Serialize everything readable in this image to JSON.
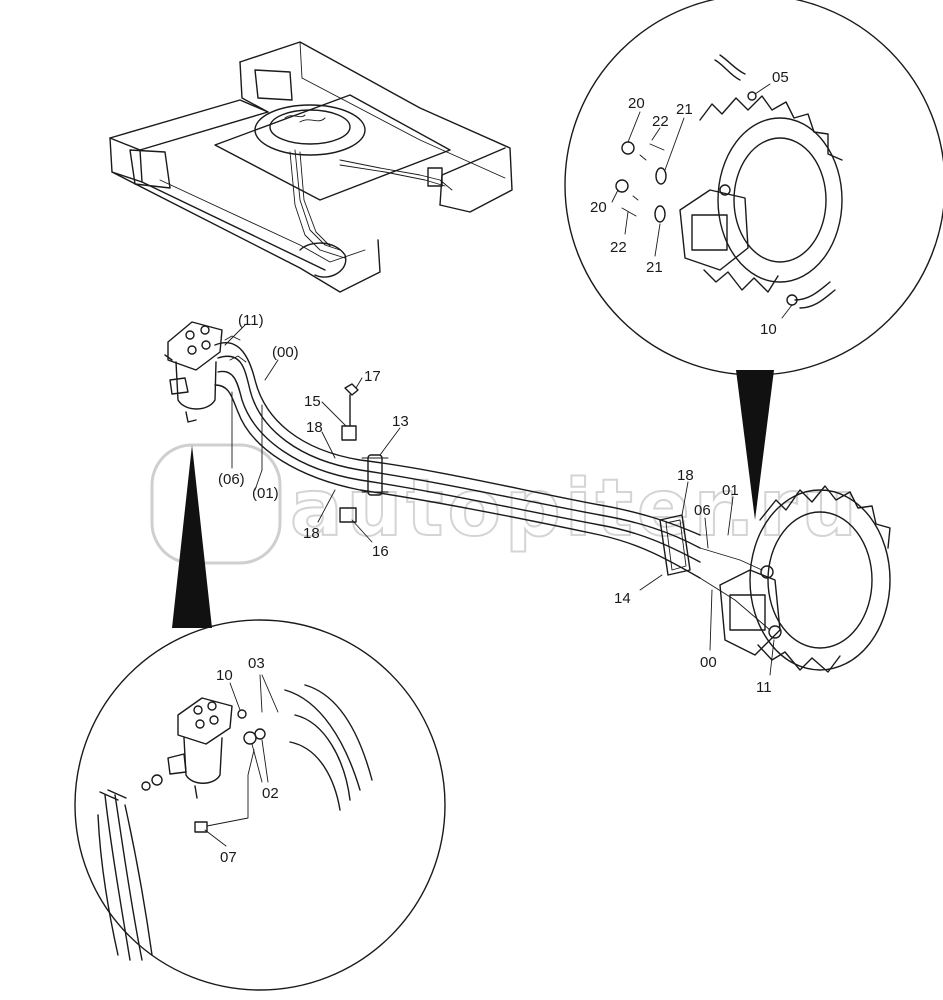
{
  "watermark": "autopiter.ru",
  "callouts": {
    "top_right": {
      "c05": "05",
      "c20a": "20",
      "c22a": "22",
      "c21a": "21",
      "c20b": "20",
      "c22b": "22",
      "c21b": "21",
      "c10": "10"
    },
    "main": {
      "c11p": "(11)",
      "c00p": "(00)",
      "c06p": "(06)",
      "c01p": "(01)",
      "c17": "17",
      "c15": "15",
      "c18a": "18",
      "c13": "13",
      "c18b": "18",
      "c16": "16",
      "c18c": "18",
      "c01": "01",
      "c06": "06",
      "c14": "14",
      "c00": "00",
      "c11": "11"
    },
    "bottom_left": {
      "c10": "10",
      "c03": "03",
      "c02": "02",
      "c07": "07"
    }
  }
}
